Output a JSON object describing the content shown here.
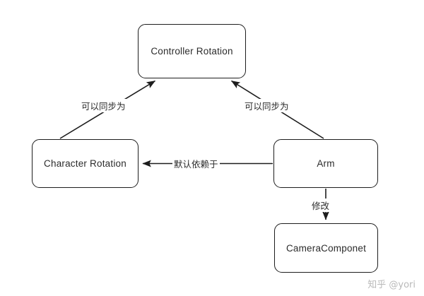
{
  "diagram": {
    "type": "flowchart",
    "background_color": "#ffffff",
    "stroke_color": "#1d1d1d",
    "text_color": "#2b2b2b",
    "nodes": [
      {
        "id": "controller-rotation",
        "label": "Controller Rotation"
      },
      {
        "id": "character-rotation",
        "label": "Character Rotation"
      },
      {
        "id": "arm",
        "label": "Arm"
      },
      {
        "id": "camera-component",
        "label": "CameraComponet"
      }
    ],
    "edges": [
      {
        "id": "character-to-controller",
        "from": "character-rotation",
        "to": "controller-rotation",
        "label": "可以同步为"
      },
      {
        "id": "arm-to-controller",
        "from": "arm",
        "to": "controller-rotation",
        "label": "可以同步为"
      },
      {
        "id": "arm-to-character",
        "from": "arm",
        "to": "character-rotation",
        "label": "默认依赖于"
      },
      {
        "id": "arm-to-camera",
        "from": "arm",
        "to": "camera-component",
        "label": "修改"
      }
    ]
  },
  "watermark": {
    "text": "知乎 @yori",
    "color": "#b9b9b9"
  }
}
